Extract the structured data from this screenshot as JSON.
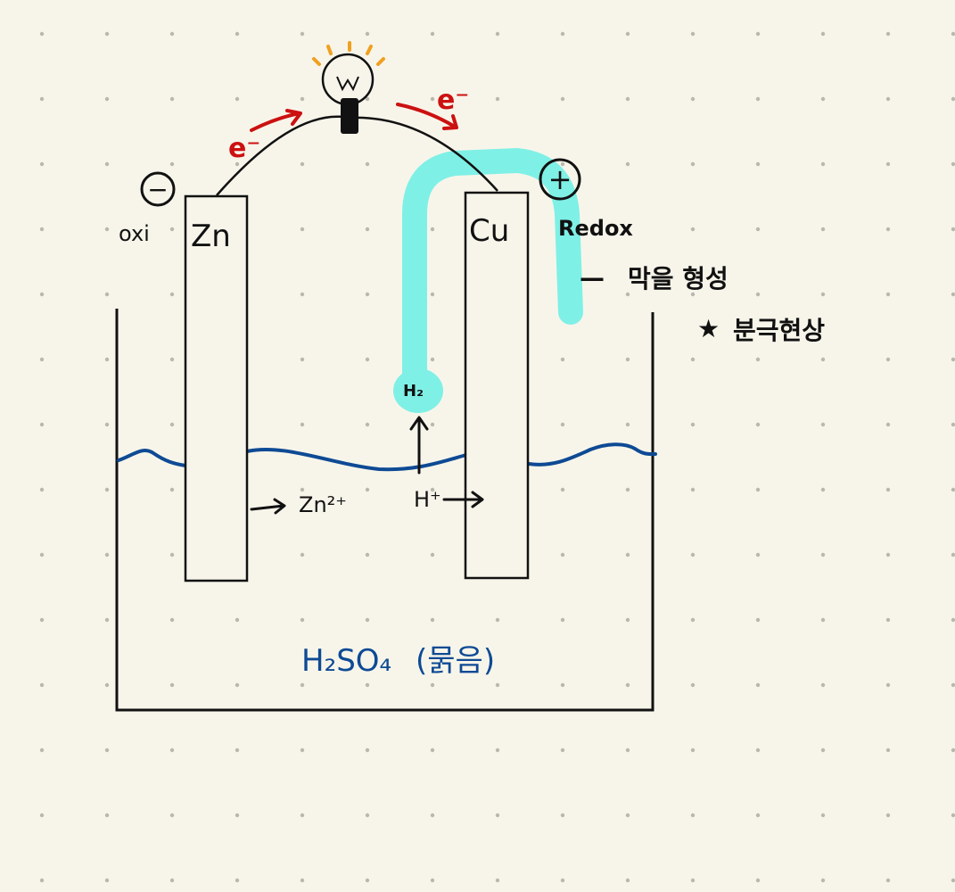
{
  "colors": {
    "background": "#f7f5ea",
    "dot": "#b9b8ae",
    "ink": "#111111",
    "electron": "#cc1111",
    "electrolyte": "#0e4a94",
    "hydrogen_highlight": "#7ff0e6",
    "bulb_rays": "#f0a020"
  },
  "electrodes": {
    "anode": {
      "metal": "Zn",
      "sign": "−",
      "process": "oxi"
    },
    "cathode": {
      "metal": "Cu",
      "sign": "+",
      "process": "Redox"
    }
  },
  "electron_flow": {
    "label": "e⁻",
    "count": 2
  },
  "ions": {
    "zinc": "Zn²⁺",
    "hydrogen": "H⁺"
  },
  "gas": {
    "label": "H₂"
  },
  "notes": {
    "film": "막을 형성",
    "polarization": "분극현상"
  },
  "note_markers": {
    "dash": "—",
    "star": "★"
  },
  "electrolyte": {
    "formula": "H₂SO₄",
    "note": "(묽음)"
  },
  "icons": [
    "light-bulb-icon",
    "minus-sign-icon",
    "plus-sign-icon",
    "arrow-icon",
    "star-icon"
  ]
}
